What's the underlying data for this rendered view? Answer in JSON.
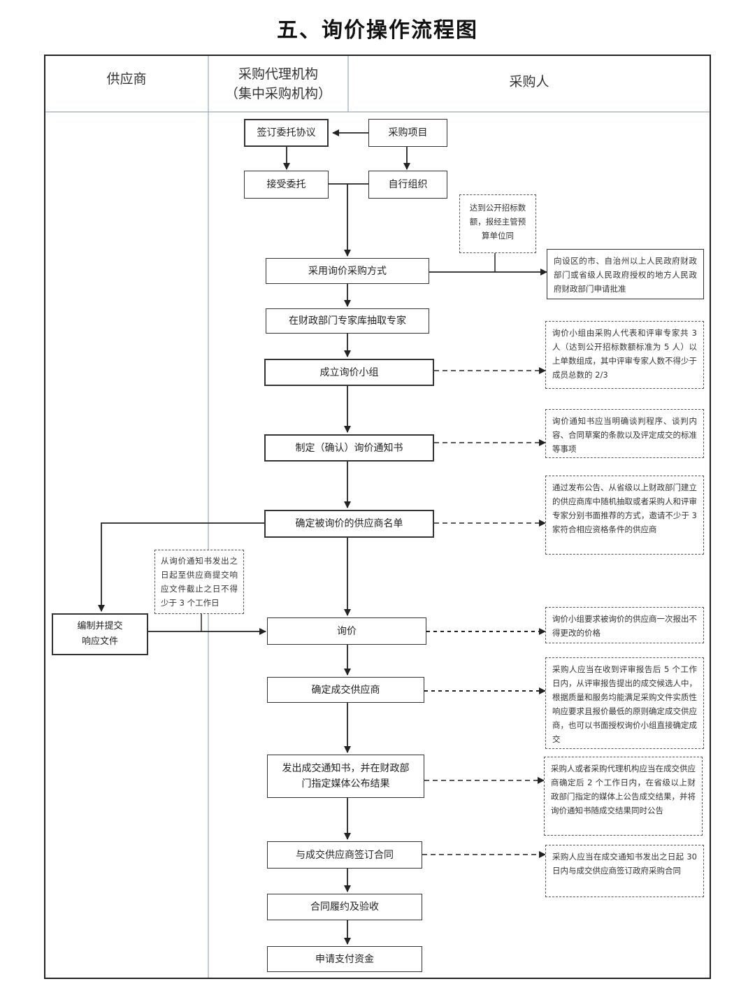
{
  "title": "五、询价操作流程图",
  "columns": {
    "supplier": "供应商",
    "agency_line1": "采购代理机构",
    "agency_line2": "（集中采购机构）",
    "purchaser": "采购人"
  },
  "steps": {
    "sign_agreement": "签订委托协议",
    "purchase_project": "采购项目",
    "accept_entrust": "接受委托",
    "self_organize": "自行组织",
    "adopt_inquiry": "采用询价采购方式",
    "draw_experts": "在财政部门专家库抽取专家",
    "form_group": "成立询价小组",
    "draft_notice": "制定（确认）询价通知书",
    "supplier_list": "确定被询价的供应商名单",
    "prepare_response_l1": "编制并提交",
    "prepare_response_l2": "响应文件",
    "inquiry": "询价",
    "determine_supplier": "确定成交供应商",
    "issue_notice_l1": "发出成交通知书，并在财政部",
    "issue_notice_l2": "门指定媒体公布结果",
    "sign_contract": "与成交供应商签订合同",
    "acceptance": "合同履约及验收",
    "apply_payment": "申请支付资金"
  },
  "notes": {
    "public_bidding": "达到公开招标数额，报经主管预算单位同",
    "approval": "向设区的市、自治州以上人民政府财政部门或省级人民政府授权的地方人民政府财政部门申请批准",
    "group_composition": "询价小组由采购人代表和评审专家共 3 人（达到公开招标数额标准为 5 人）以上单数组成，其中评审专家人数不得少于成员总数的 2/3",
    "notice_content": "询价通知书应当明确谈判程序、谈判内容、合同草案的条款以及评定成交的标准等事项",
    "supplier_selection": "通过发布公告、从省级以上财政部门建立的供应商库中随机抽取或者采购人和评审专家分别书面推荐的方式，邀请不少于 3 家符合相应资格条件的供应商",
    "response_deadline": "从询价通知书发出之日起至供应商提交响应文件截止之日不得少于 3 个工作日",
    "one_time_quote": "询价小组要求被询价的供应商一次报出不得更改的价格",
    "determine_rule": "采购人应当在收到评审报告后 5 个工作日内，从评审报告提出的成交候选人中，根据质量和服务均能满足采购文件实质性响应要求且报价最低的原则确定成交供应商，也可以书面授权询价小组直接确定成交",
    "announce_rule": "采购人或者采购代理机构应当在成交供应商确定后 2 个工作日内，在省级以上财政部门指定的媒体上公告成交结果，并将询价通知书随成交结果同时公告",
    "contract_rule": "采购人应当在成交通知书发出之日起 30 日内与成交供应商签订政府采购合同"
  }
}
